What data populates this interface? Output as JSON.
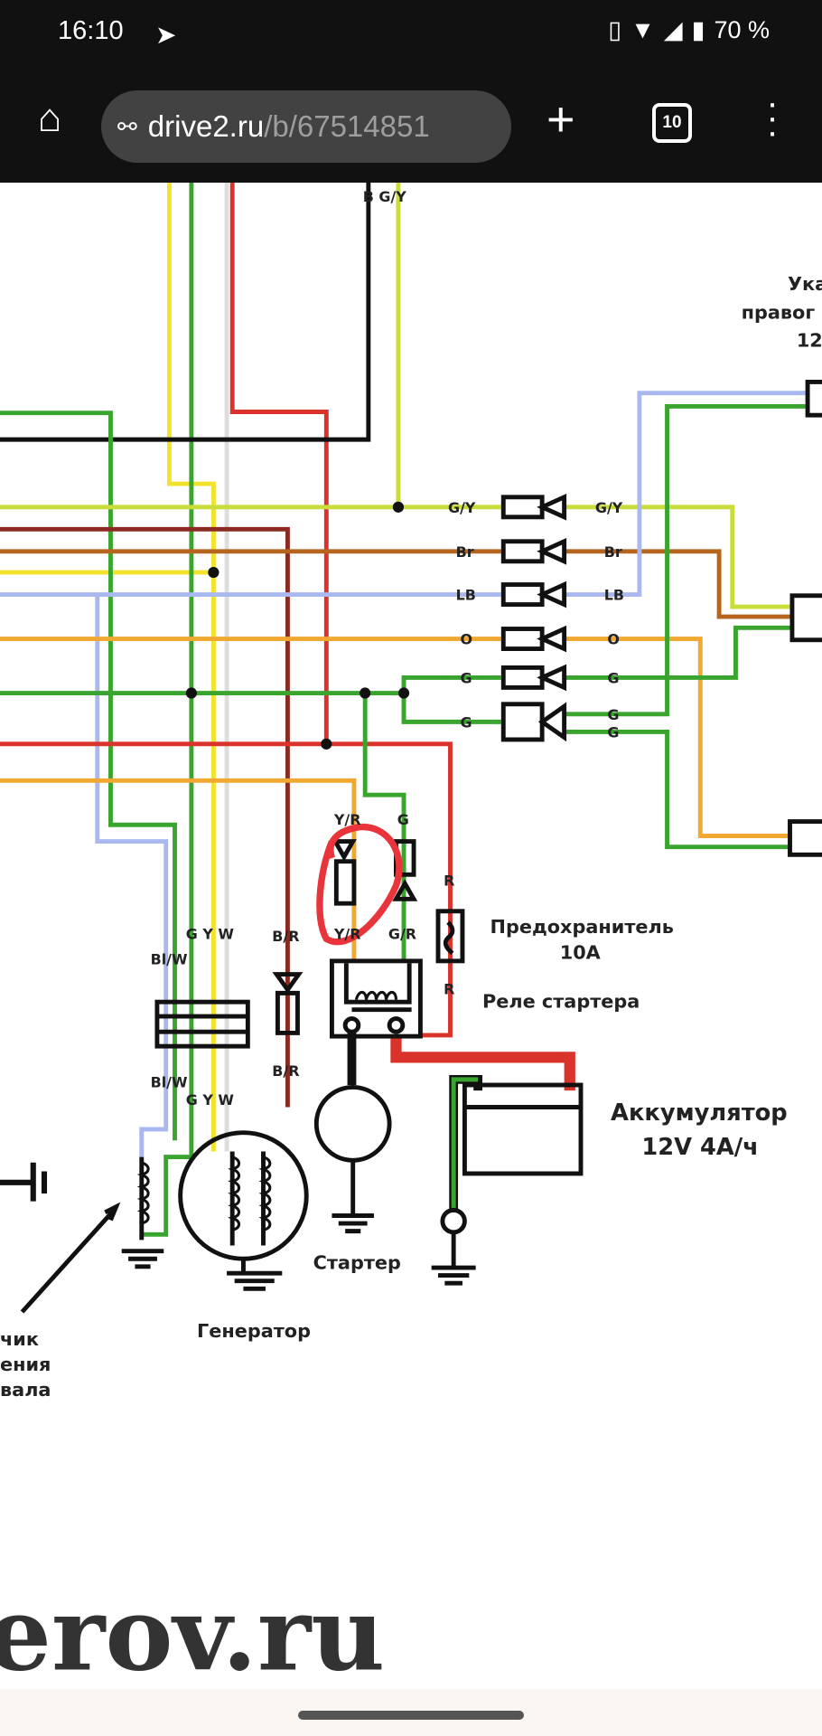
{
  "status_bar": {
    "time": "16:10",
    "battery": "70 %",
    "icons": [
      "telegram-send-icon",
      "vibrate-icon",
      "wifi-icon",
      "signal-icon",
      "battery-icon"
    ]
  },
  "browser": {
    "url_domain": "drive2.ru",
    "url_path": "/b/67514851",
    "tab_count": "10",
    "icons": [
      "home-icon",
      "site-settings-icon",
      "new-tab-plus-icon",
      "tab-switcher-icon",
      "more-menu-icon"
    ]
  },
  "diagram": {
    "top_partial_label": "B  G/Y",
    "connector_labels_left": [
      "G/Y",
      "Br",
      "LB",
      "O",
      "G",
      "G"
    ],
    "connector_labels_right": [
      "G/Y",
      "Br",
      "LB",
      "O",
      "G",
      "G",
      "G"
    ],
    "wire_labels": {
      "gyw_top": "G Y W",
      "gyw_bottom": "G Y W",
      "blw_top": "Bl/W",
      "blw_bottom": "Bl/W",
      "br_top": "B/R",
      "br_bottom": "B/R",
      "yr_top": "Y/R",
      "yr_bottom": "Y/R",
      "g_relay": "G",
      "gr_relay": "G/R",
      "r_top": "R",
      "r_bottom": "R"
    },
    "fuse_label": "Предохранитель",
    "fuse_rating": "10A",
    "relay_label": "Реле стартера",
    "battery_label": "Аккумулятор",
    "battery_spec": "12V 4А/ч",
    "starter_label": "Стартер",
    "generator_label": "Генератор",
    "sensor_label_lines": [
      "чик",
      "ения",
      "вала"
    ],
    "indicator_label_lines": [
      "Ука",
      "правог",
      "12"
    ],
    "watermark": "erov.ru",
    "annotation_color": "#e8343a"
  },
  "colors": {
    "green": "#3aa52e",
    "yellow": "#f2e22c",
    "red": "#d9332b",
    "darkred": "#8b2a22",
    "brown": "#b5651d",
    "lightblue": "#a9b8f0",
    "orange": "#f0a830",
    "gy": "#c9dc3a"
  }
}
